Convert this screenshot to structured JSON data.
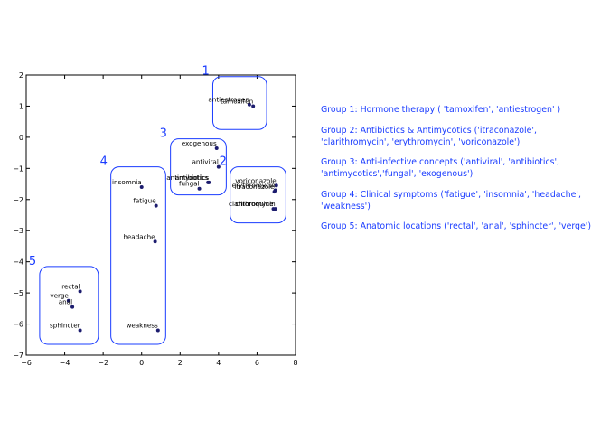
{
  "chart_data": {
    "type": "scatter",
    "xlim": [
      -6,
      8
    ],
    "ylim": [
      -7,
      2
    ],
    "x_ticks": [
      -6,
      -4,
      -2,
      0,
      2,
      4,
      6,
      8
    ],
    "y_ticks": [
      -7,
      -6,
      -5,
      -4,
      -3,
      -2,
      -1,
      0,
      1,
      2
    ],
    "grid": false,
    "point_color": "#1c1c6e",
    "group_color": "#1a3cff",
    "points": [
      {
        "label": "antiestrogen",
        "x": 5.6,
        "y": 1.05
      },
      {
        "label": "tamoxifen",
        "x": 5.8,
        "y": 1.0
      },
      {
        "label": "exogenous",
        "x": 3.9,
        "y": -0.35
      },
      {
        "label": "antiviral",
        "x": 4.0,
        "y": -0.95
      },
      {
        "label": "antibiotics",
        "x": 3.5,
        "y": -1.45
      },
      {
        "label": "antimycotics",
        "x": 3.45,
        "y": -1.45
      },
      {
        "label": "fungal",
        "x": 3.0,
        "y": -1.65
      },
      {
        "label": "voriconazole",
        "x": 7.0,
        "y": -1.55
      },
      {
        "label": "erythromycin",
        "x": 6.95,
        "y": -1.7
      },
      {
        "label": "itraconazole",
        "x": 6.9,
        "y": -1.75
      },
      {
        "label": "chloroquine",
        "x": 6.85,
        "y": -2.3
      },
      {
        "label": "clarithromycin",
        "x": 6.95,
        "y": -2.3
      },
      {
        "label": "insomnia",
        "x": 0.0,
        "y": -1.6
      },
      {
        "label": "fatigue",
        "x": 0.75,
        "y": -2.2
      },
      {
        "label": "headache",
        "x": 0.7,
        "y": -3.35
      },
      {
        "label": "weakness",
        "x": 0.85,
        "y": -6.2
      },
      {
        "label": "rectal",
        "x": -3.2,
        "y": -4.95
      },
      {
        "label": "verge",
        "x": -3.8,
        "y": -5.25
      },
      {
        "label": "anal",
        "x": -3.6,
        "y": -5.45
      },
      {
        "label": "sphincter",
        "x": -3.2,
        "y": -6.2
      }
    ],
    "groups": [
      {
        "number": "1",
        "x0": 3.7,
        "x1": 6.5,
        "y0": 0.25,
        "y1": 1.95
      },
      {
        "number": "2",
        "x0": 4.6,
        "x1": 7.5,
        "y0": -2.75,
        "y1": -0.95
      },
      {
        "number": "3",
        "x0": 1.5,
        "x1": 4.4,
        "y0": -1.85,
        "y1": -0.05
      },
      {
        "number": "4",
        "x0": -1.6,
        "x1": 1.25,
        "y0": -6.65,
        "y1": -0.95
      },
      {
        "number": "5",
        "x0": -5.3,
        "x1": -2.25,
        "y0": -6.65,
        "y1": -4.15
      }
    ]
  },
  "legend": {
    "items": [
      "Group 1: Hormone therapy ( 'tamoxifen', 'antiestrogen' )",
      "Group 2: Antibiotics & Antimycotics ('itraconazole',  'clarithromycin', 'erythromycin', 'voriconazole')",
      "Group 3: Anti-infective concepts ('antiviral',  'antibiotics', 'antimycotics','fungal', 'exogenous')",
      "Group 4: Clinical symptoms ('fatigue', 'insomnia',  'headache', 'weakness')",
      "Group 5: Anatomic locations ('rectal', 'anal',  'sphincter', 'verge')"
    ]
  }
}
